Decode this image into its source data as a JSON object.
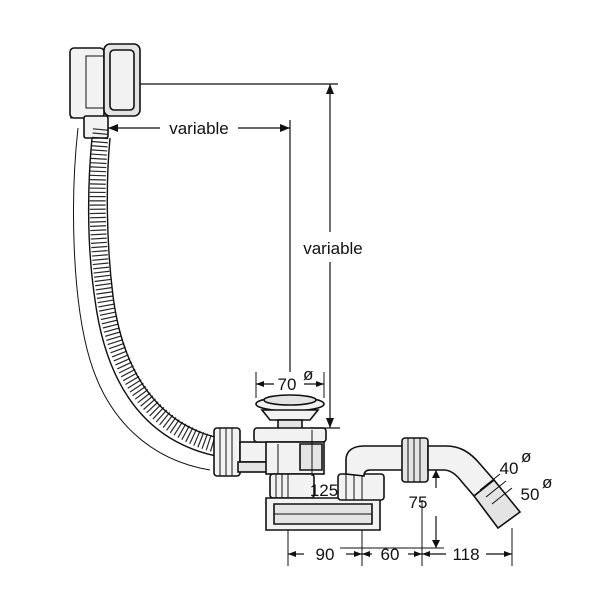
{
  "labels": {
    "top_width": "variable",
    "height": "variable",
    "drain_diameter": "70",
    "waste_diameter": "40",
    "outlet_diameter": "50",
    "trap_height": "125",
    "outlet_height": "75",
    "dim_a": "90",
    "dim_b": "60",
    "dim_c": "118",
    "diameter_symbol": "ø"
  }
}
